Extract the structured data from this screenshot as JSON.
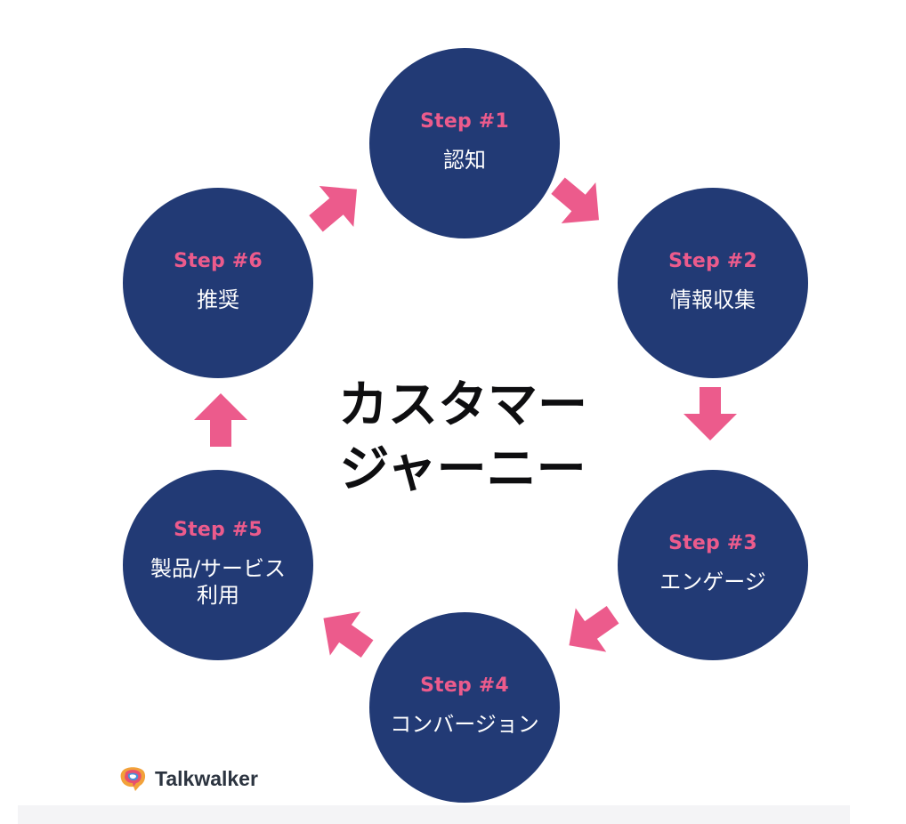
{
  "title": "カスタマー\nジャーニー",
  "colors": {
    "circle": "#223a75",
    "accent": "#ec5b8c",
    "title": "#0e0e10"
  },
  "steps": [
    {
      "step": "Step #1",
      "label": "認知"
    },
    {
      "step": "Step #2",
      "label": "情報収集"
    },
    {
      "step": "Step #3",
      "label": "エンゲージ"
    },
    {
      "step": "Step #4",
      "label": "コンバージョン"
    },
    {
      "step": "Step #5",
      "label": "製品/サービス\n利用"
    },
    {
      "step": "Step #6",
      "label": "推奨"
    }
  ],
  "logo": {
    "name": "Talkwalker",
    "icon": "talkwalker-logo-icon"
  },
  "arrows": [
    "arrow-icon",
    "arrow-icon",
    "arrow-icon",
    "arrow-icon",
    "arrow-icon",
    "arrow-icon"
  ]
}
